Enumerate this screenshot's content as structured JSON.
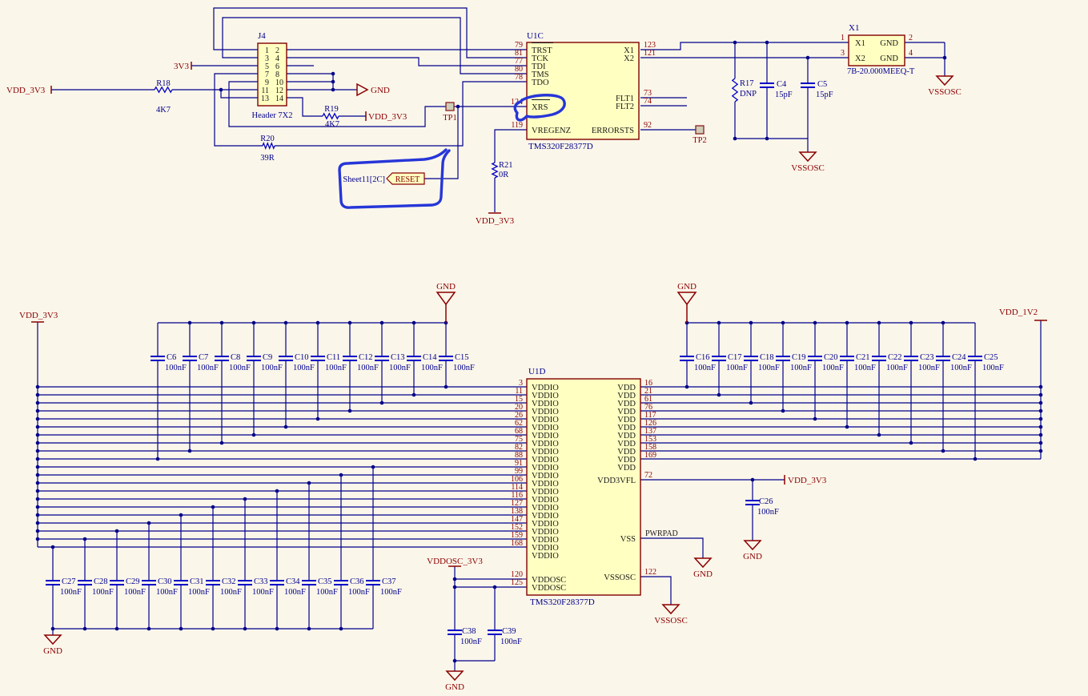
{
  "colors": {
    "background": "#FBF6EA",
    "wire": "#00008B",
    "glyph_blue": "#0000C8",
    "component_fill": "#FFFFC2",
    "component_border": "#800000",
    "net_label": "#8B0000",
    "designator": "#00008B",
    "annotation_blue": "#2636D8"
  },
  "j4": {
    "ref": "J4",
    "part": "Header 7X2",
    "left_pins": [
      "1",
      "3",
      "5",
      "7",
      "9",
      "11",
      "13"
    ],
    "right_pins": [
      "2",
      "4",
      "6",
      "8",
      "10",
      "12",
      "14"
    ]
  },
  "u1c": {
    "ref": "U1C",
    "part": "TMS320F28377D",
    "left_pins": [
      {
        "num": "79",
        "name": "TRST"
      },
      {
        "num": "81",
        "name": "TCK"
      },
      {
        "num": "77",
        "name": "TDI"
      },
      {
        "num": "80",
        "name": "TMS"
      },
      {
        "num": "78",
        "name": "TDO"
      },
      {
        "num": "124",
        "name": "XRS"
      },
      {
        "num": "119",
        "name": "VREGENZ"
      }
    ],
    "right_pins": [
      {
        "num": "123",
        "name": "X1"
      },
      {
        "num": "121",
        "name": "X2"
      },
      {
        "num": "73",
        "name": "FLT1"
      },
      {
        "num": "74",
        "name": "FLT2"
      },
      {
        "num": "92",
        "name": "ERRORSTS"
      }
    ]
  },
  "x1": {
    "ref": "X1",
    "part": "7B-20.000MEEQ-T",
    "left_pins": [
      {
        "num": "1",
        "name": "X1"
      },
      {
        "num": "3",
        "name": "X2"
      }
    ],
    "right_pins": [
      {
        "num": "2",
        "name": "GND"
      },
      {
        "num": "4",
        "name": "GND"
      }
    ]
  },
  "u1d": {
    "ref": "U1D",
    "part": "TMS320F28377D",
    "vddio_name": "VDDIO",
    "vdd_name": "VDD",
    "vddio_nums": [
      "3",
      "11",
      "15",
      "20",
      "26",
      "62",
      "68",
      "75",
      "82",
      "88",
      "91",
      "99",
      "106",
      "114",
      "116",
      "127",
      "138",
      "147",
      "152",
      "159",
      "168"
    ],
    "vdd_nums": [
      "16",
      "21",
      "61",
      "76",
      "117",
      "126",
      "137",
      "153",
      "158",
      "169"
    ],
    "vdd3vfl": {
      "num": "72",
      "name": "VDD3VFL"
    },
    "vss": {
      "name": "VSS",
      "pad": "PWRPAD"
    },
    "vddosc": {
      "name": "VDDOSC",
      "nums": [
        "120",
        "125"
      ]
    },
    "vssosc": {
      "num": "122",
      "name": "VSSOSC"
    }
  },
  "resistors": {
    "r17": {
      "ref": "R17",
      "val": "DNP"
    },
    "r18": {
      "ref": "R18",
      "val": "4K7"
    },
    "r19": {
      "ref": "R19",
      "val": "4K7"
    },
    "r20": {
      "ref": "R20",
      "val": "39R"
    },
    "r21": {
      "ref": "R21",
      "val": "0R"
    }
  },
  "caps": {
    "c4": {
      "ref": "C4",
      "val": "15pF"
    },
    "c5": {
      "ref": "C5",
      "val": "15pF"
    },
    "c26": {
      "ref": "C26",
      "val": "100nF"
    },
    "c38": {
      "ref": "C38",
      "val": "100nF"
    },
    "c39": {
      "ref": "C39",
      "val": "100nF"
    },
    "left_bank": {
      "refs": [
        "C6",
        "C7",
        "C8",
        "C9",
        "C10",
        "C11",
        "C12",
        "C13",
        "C14",
        "C15"
      ],
      "val": "100nF"
    },
    "right_bank": {
      "refs": [
        "C16",
        "C17",
        "C18",
        "C19",
        "C20",
        "C21",
        "C22",
        "C23",
        "C24",
        "C25"
      ],
      "val": "100nF"
    },
    "bottom_bank": {
      "refs": [
        "C27",
        "C28",
        "C29",
        "C30",
        "C31",
        "C32",
        "C33",
        "C34",
        "C35",
        "C36",
        "C37"
      ],
      "val": "100nF"
    }
  },
  "testpoints": {
    "tp1": "TP1",
    "tp2": "TP2"
  },
  "nets": {
    "vdd_3v3": "VDD_3V3",
    "v3v3": "3V3",
    "gnd": "GND",
    "vssosc": "VSSOSC",
    "vddosc_3v3": "VDDOSC_3V3",
    "vdd_1v2": "VDD_1V2"
  },
  "port": {
    "sheet_ref": "Sheet11[2C]",
    "name": "RESET"
  }
}
